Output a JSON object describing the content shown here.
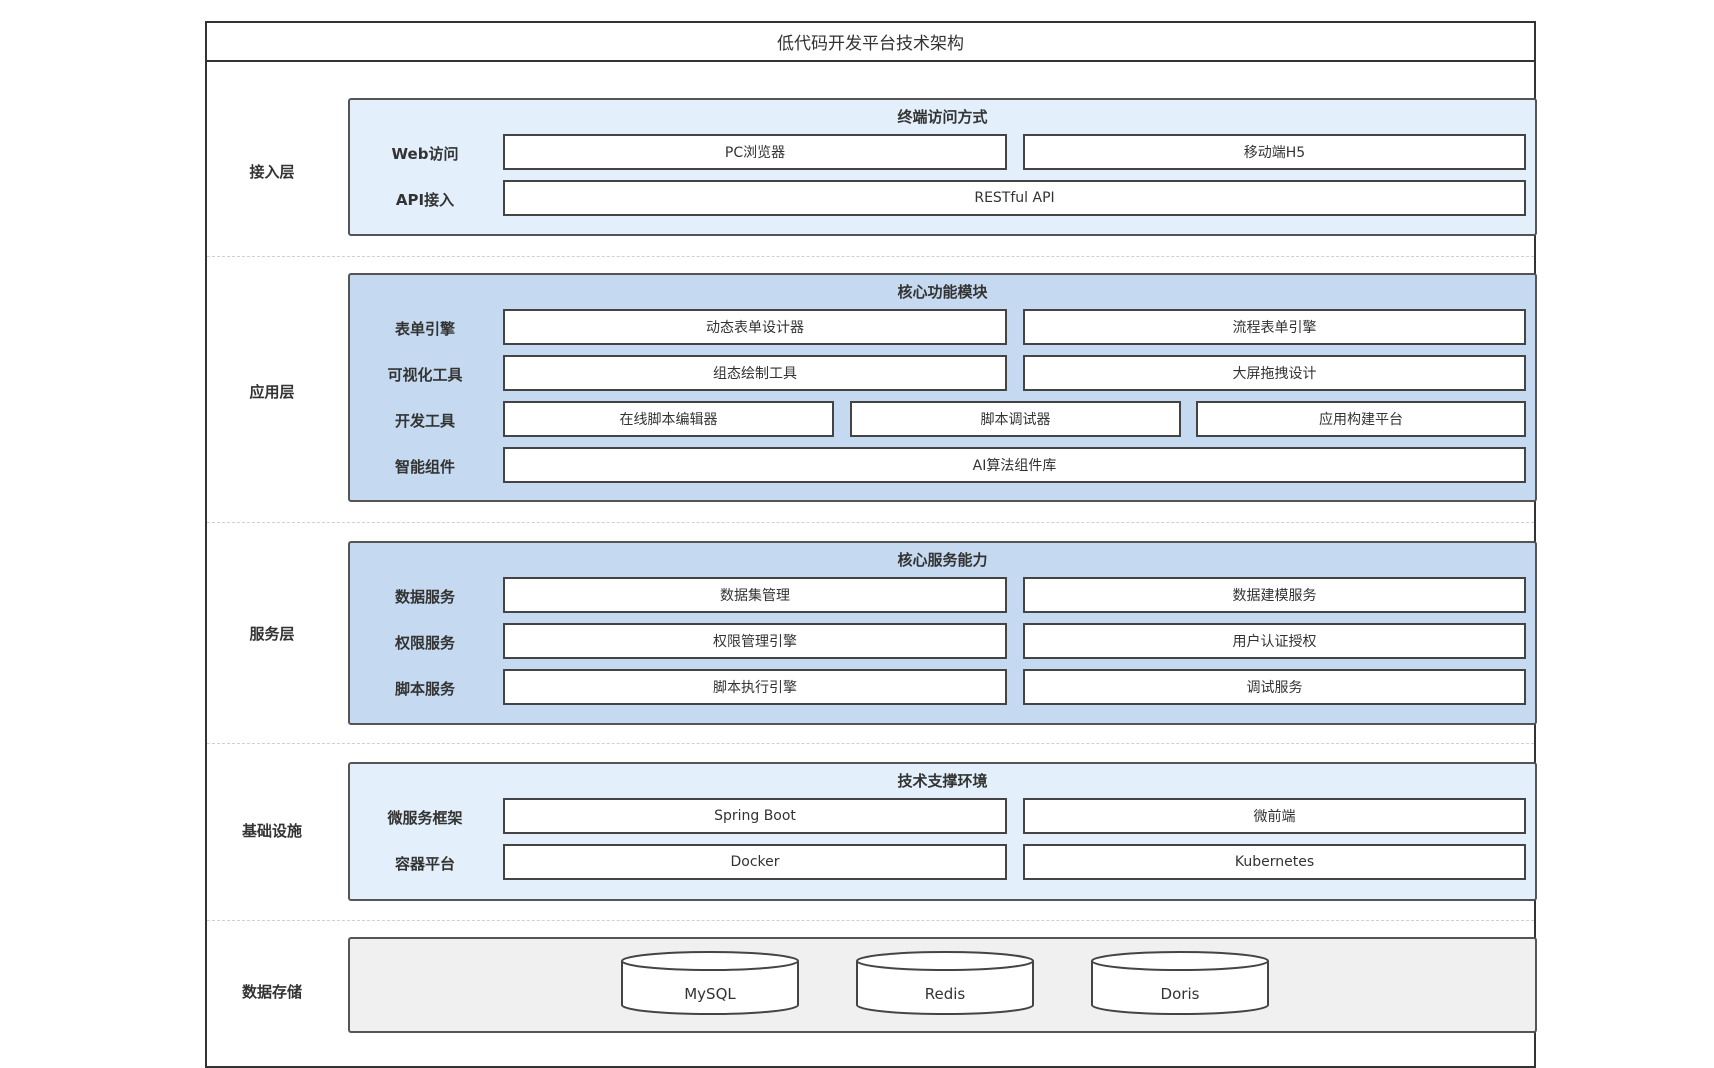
{
  "title": "低代码开发平台技术架构",
  "layers": {
    "access": {
      "label": "接入层",
      "panel_title": "终端访问方式",
      "rows": [
        {
          "label": "Web访问",
          "items": [
            "PC浏览器",
            "移动端H5"
          ]
        },
        {
          "label": "API接入",
          "items": [
            "RESTful API"
          ]
        }
      ]
    },
    "application": {
      "label": "应用层",
      "panel_title": "核心功能模块",
      "rows": [
        {
          "label": "表单引擎",
          "items": [
            "动态表单设计器",
            "流程表单引擎"
          ]
        },
        {
          "label": "可视化工具",
          "items": [
            "组态绘制工具",
            "大屏拖拽设计"
          ]
        },
        {
          "label": "开发工具",
          "items": [
            "在线脚本编辑器",
            "脚本调试器",
            "应用构建平台"
          ]
        },
        {
          "label": "智能组件",
          "items": [
            "AI算法组件库"
          ]
        }
      ]
    },
    "service": {
      "label": "服务层",
      "panel_title": "核心服务能力",
      "rows": [
        {
          "label": "数据服务",
          "items": [
            "数据集管理",
            "数据建模服务"
          ]
        },
        {
          "label": "权限服务",
          "items": [
            "权限管理引擎",
            "用户认证授权"
          ]
        },
        {
          "label": "脚本服务",
          "items": [
            "脚本执行引擎",
            "调试服务"
          ]
        }
      ]
    },
    "infrastructure": {
      "label": "基础设施",
      "panel_title": "技术支撑环境",
      "rows": [
        {
          "label": "微服务框架",
          "items": [
            "Spring Boot",
            "微前端"
          ]
        },
        {
          "label": "容器平台",
          "items": [
            "Docker",
            "Kubernetes"
          ]
        }
      ]
    },
    "storage": {
      "label": "数据存储",
      "databases": [
        "MySQL",
        "Redis",
        "Doris"
      ]
    }
  },
  "colors": {
    "panel_light": "#e3f0fb",
    "panel_mid": "#c5daf0",
    "panel_gray": "#f0f0f0",
    "border": "#444444"
  }
}
